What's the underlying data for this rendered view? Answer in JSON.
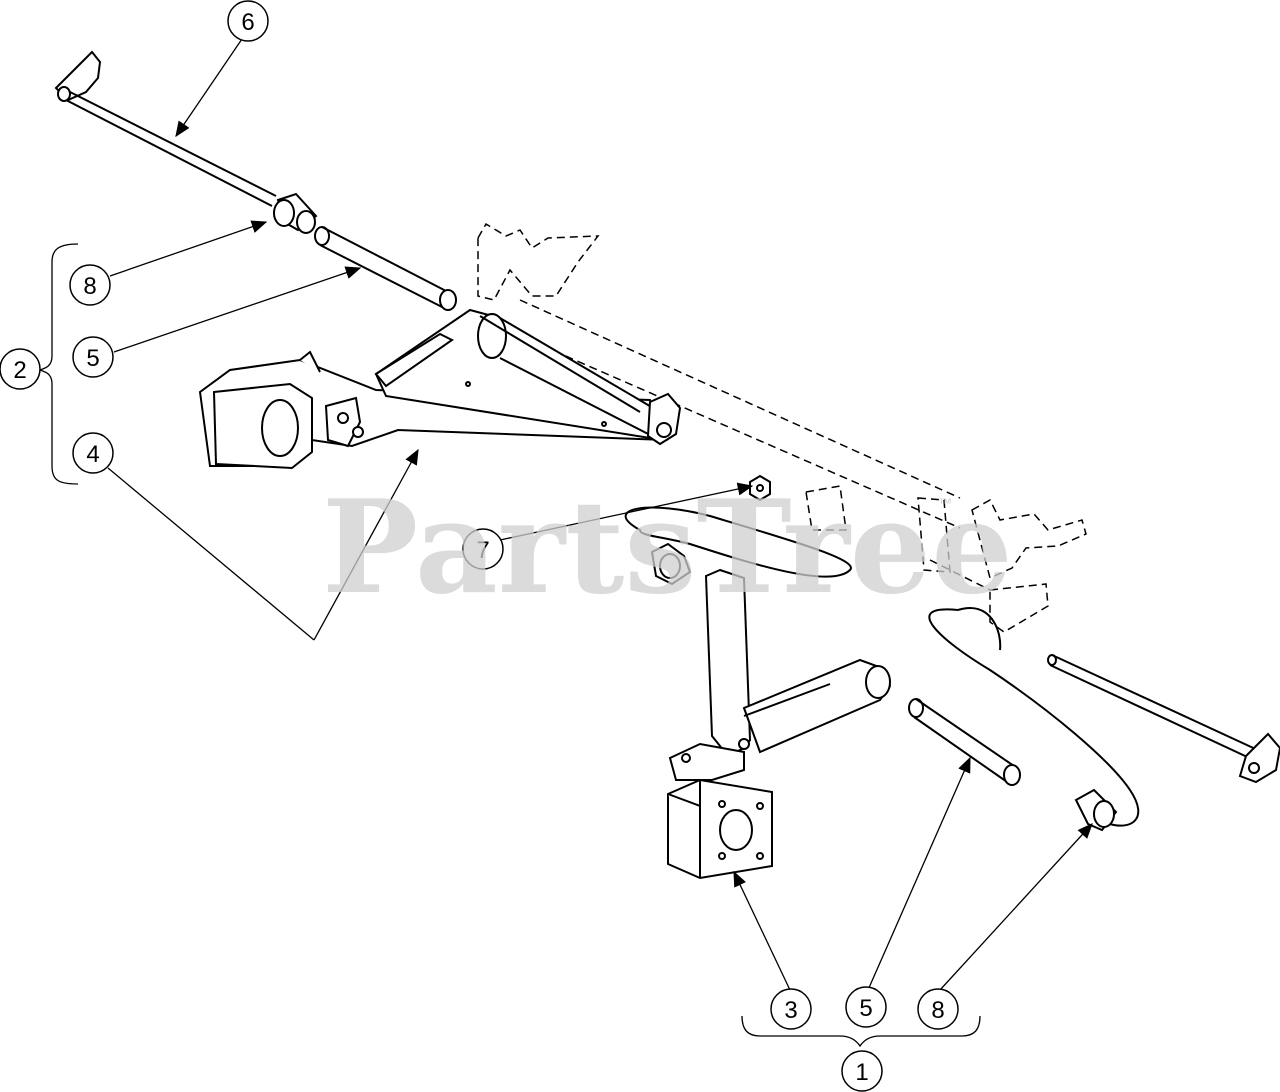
{
  "watermark": {
    "text": "PartsTree",
    "trademark": "™"
  },
  "callouts": [
    {
      "id": "callout-6-top",
      "label": "6"
    },
    {
      "id": "callout-8-top",
      "label": "8"
    },
    {
      "id": "callout-2",
      "label": "2"
    },
    {
      "id": "callout-5-top",
      "label": "5"
    },
    {
      "id": "callout-4",
      "label": "4"
    },
    {
      "id": "callout-7",
      "label": "7"
    },
    {
      "id": "callout-3",
      "label": "3"
    },
    {
      "id": "callout-5-bottom",
      "label": "5"
    },
    {
      "id": "callout-8-bottom",
      "label": "8"
    },
    {
      "id": "callout-1",
      "label": "1"
    }
  ],
  "colors": {
    "line": "#000000",
    "watermark": "#cfcfcf",
    "background": "#ffffff"
  }
}
